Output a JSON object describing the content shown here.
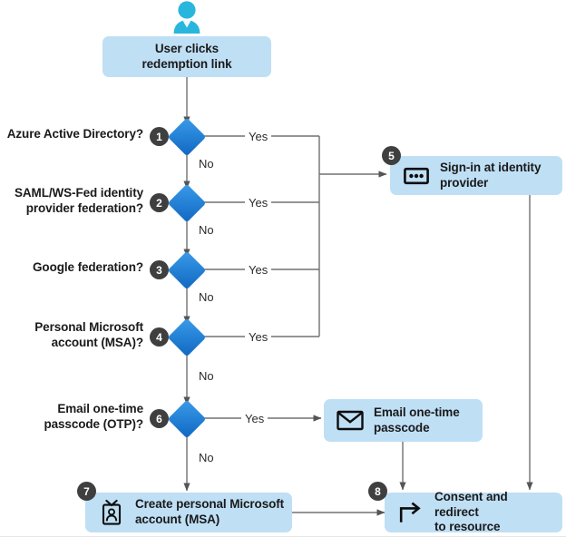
{
  "diagram": {
    "title": "B2B guest invitation redemption flow",
    "colors": {
      "box_fill": "#bfdff5",
      "diamond_blue": "#2684d8",
      "badge_gray": "#3f3f3f",
      "line_gray": "#707070",
      "avatar_cyan": "#27b3db",
      "text_dark": "#1a1a1a"
    }
  },
  "avatar": {
    "icon": "user-person-icon"
  },
  "start": {
    "label": "User clicks\nredemption link",
    "line1": "User clicks",
    "line2": "redemption link"
  },
  "decisions": [
    {
      "number": "1",
      "question": "Azure Active Directory?",
      "q_line1": "Azure Active Directory?",
      "q_line2": "",
      "yes_label": "Yes",
      "no_label": "No"
    },
    {
      "number": "2",
      "question": "SAML/WS-Fed identity provider federation?",
      "q_line1": "SAML/WS-Fed identity",
      "q_line2": "provider federation?",
      "yes_label": "Yes",
      "no_label": "No"
    },
    {
      "number": "3",
      "question": "Google federation?",
      "q_line1": "Google federation?",
      "q_line2": "",
      "yes_label": "Yes",
      "no_label": "No"
    },
    {
      "number": "4",
      "question": "Personal Microsoft account (MSA)?",
      "q_line1": "Personal Microsoft",
      "q_line2": "account (MSA)?",
      "yes_label": "Yes",
      "no_label": "No"
    },
    {
      "number": "6",
      "question": "Email one-time passcode (OTP)?",
      "q_line1": "Email one-time",
      "q_line2": "passcode (OTP)?",
      "yes_label": "Yes",
      "no_label": "No"
    }
  ],
  "processes": [
    {
      "number": "5",
      "icon": "sign-in-dots-icon",
      "label": "Sign-in at identity provider",
      "line1": "Sign-in at identity",
      "line2": "provider"
    },
    {
      "number": "",
      "icon": "envelope-mail-icon",
      "label": "Email one-time passcode",
      "line1": "Email one-time",
      "line2": "passcode"
    },
    {
      "number": "7",
      "icon": "id-badge-icon",
      "label": "Create personal Microsoft account (MSA)",
      "line1": "Create personal Microsoft",
      "line2": "account (MSA)"
    },
    {
      "number": "8",
      "icon": "redirect-arrow-icon",
      "label": "Consent and redirect to resource",
      "line1": "Consent and redirect",
      "line2": "to resource"
    }
  ]
}
